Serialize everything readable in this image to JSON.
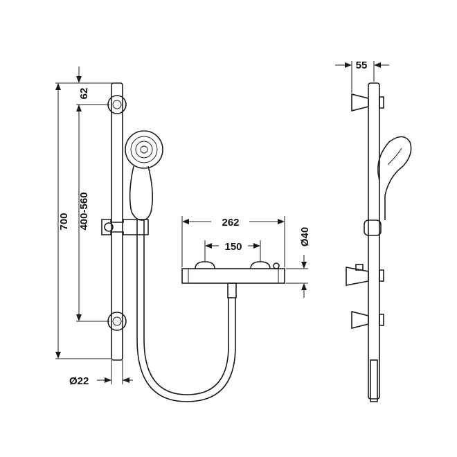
{
  "drawing": {
    "dimensions": {
      "total_height": "700",
      "rail_adjust": "400-560",
      "top_offset": "62",
      "rail_diameter": "Ø22",
      "valve_length": "262",
      "valve_centres": "150",
      "valve_diameter": "Ø40",
      "wall_projection": "55"
    }
  }
}
